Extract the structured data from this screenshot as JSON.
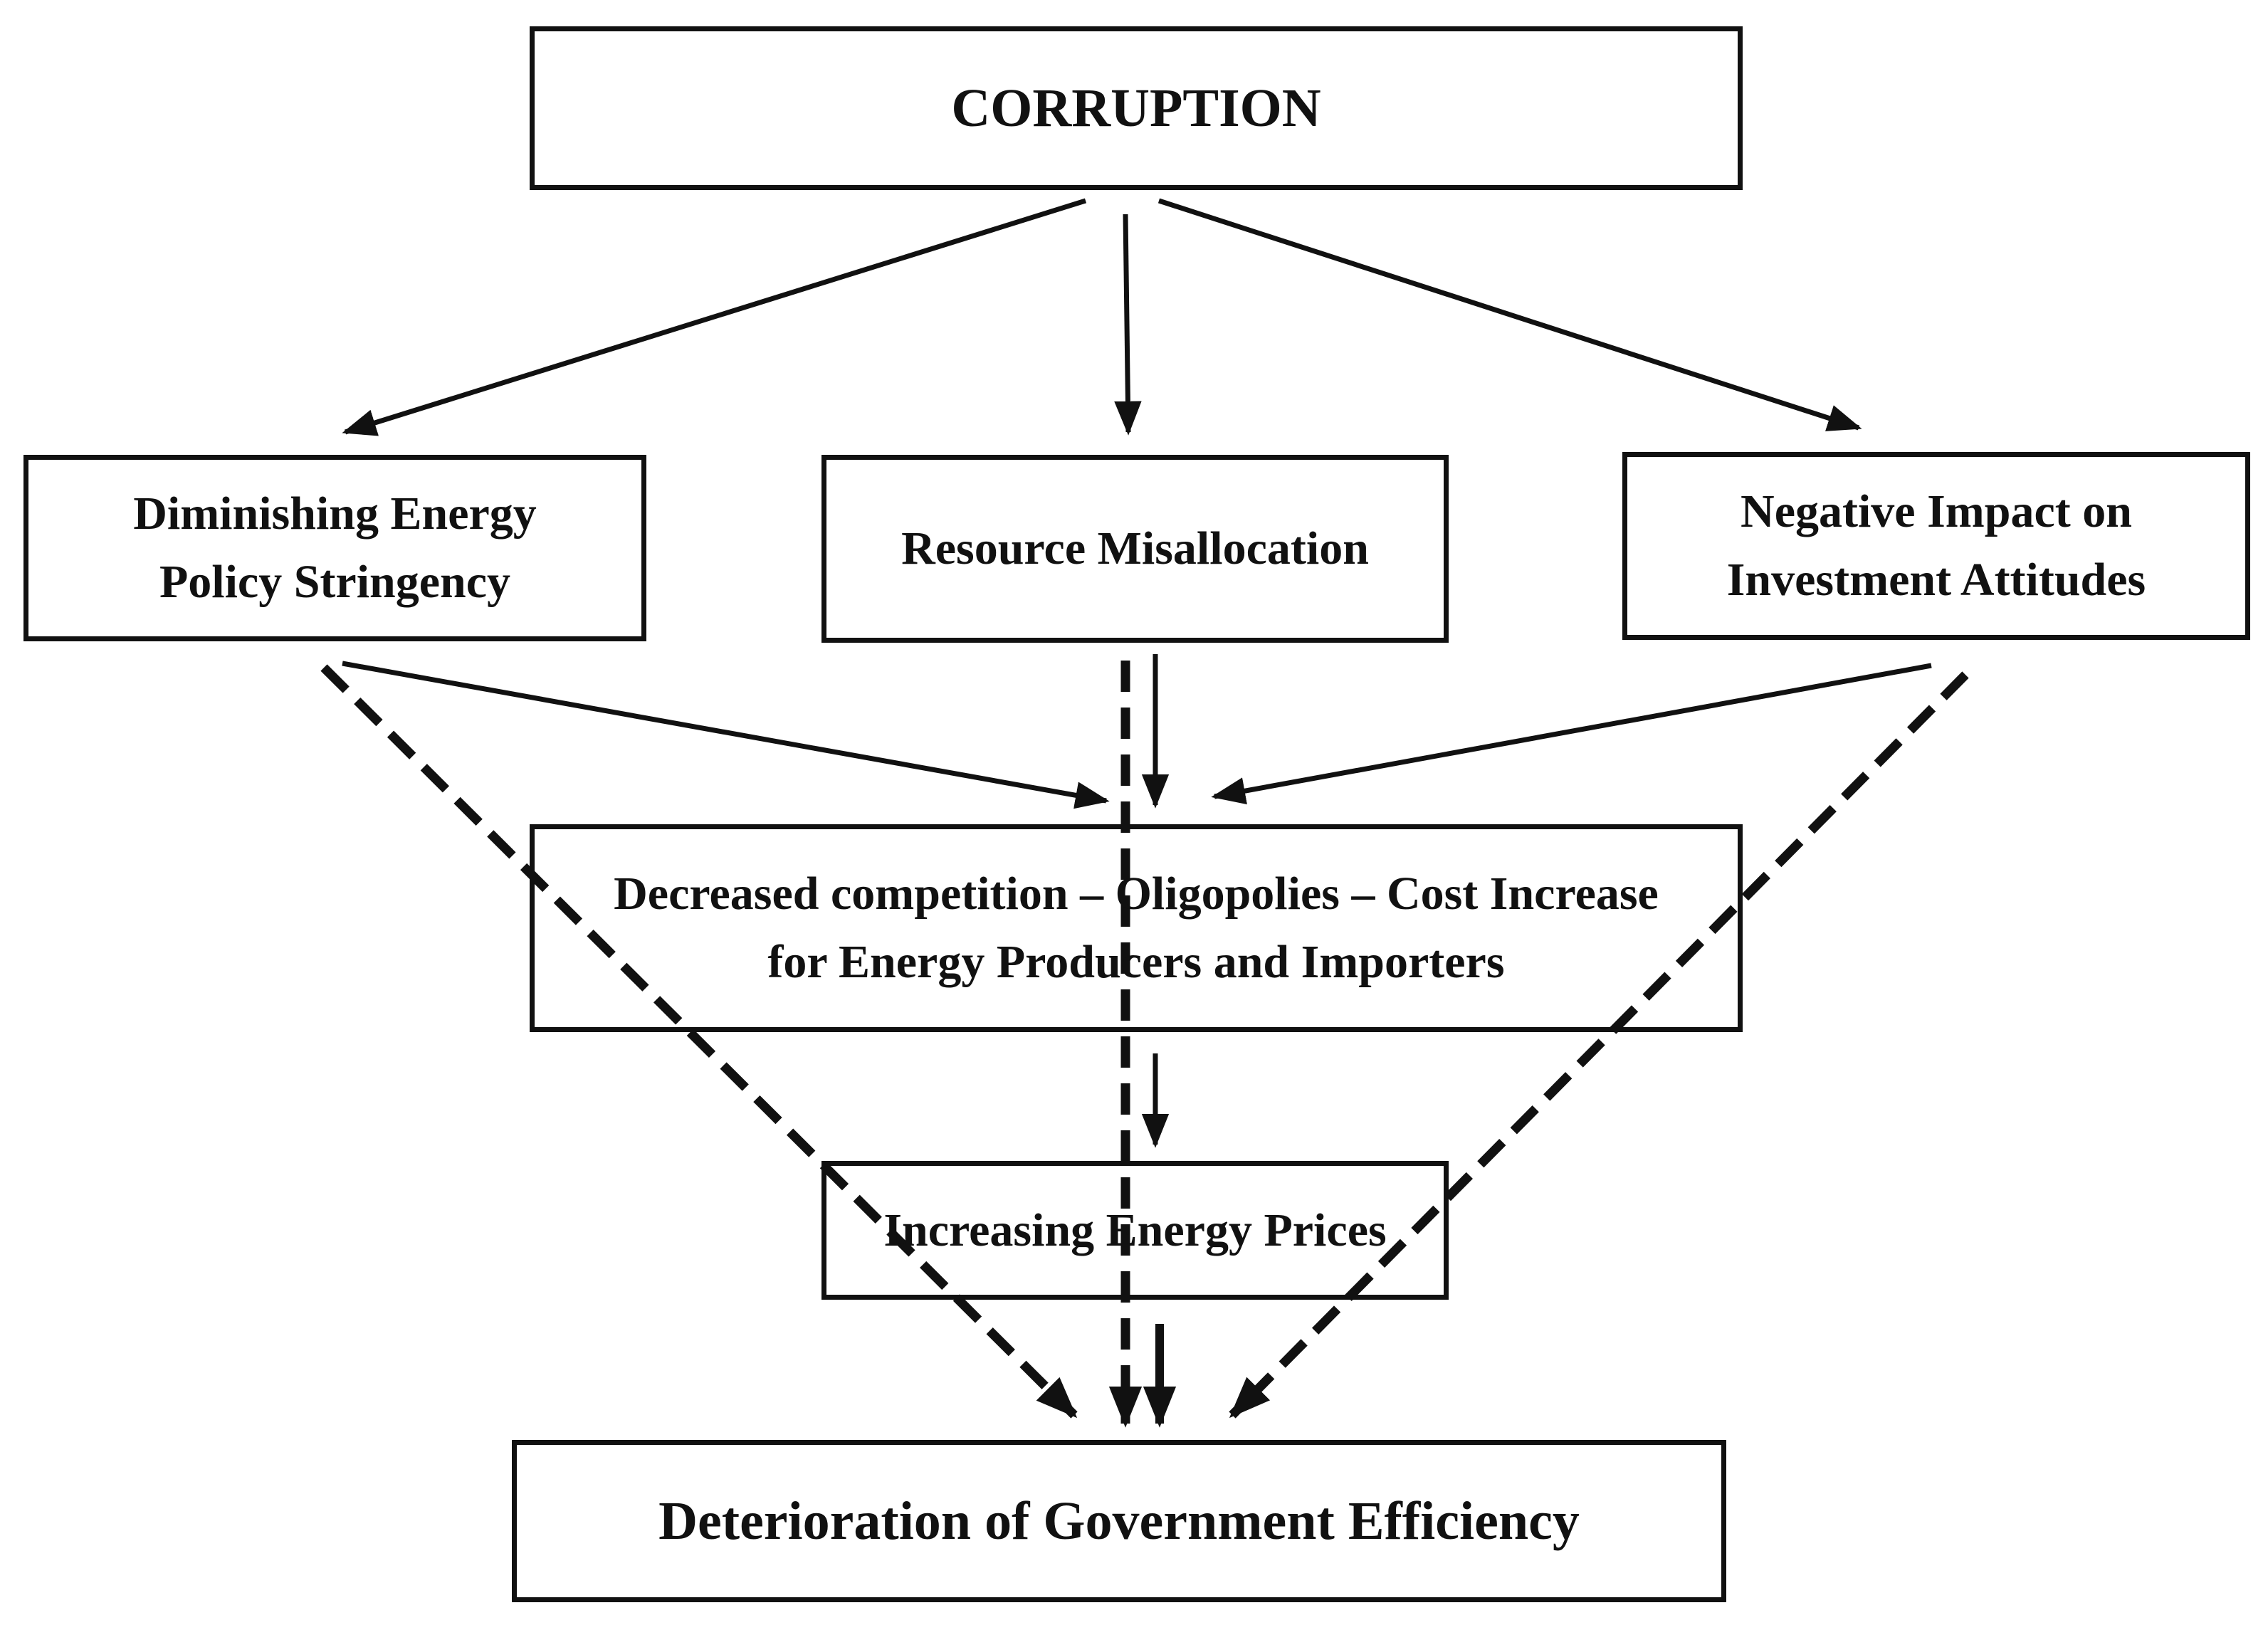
{
  "nodes": {
    "corruption": "CORRUPTION",
    "energy_policy": "Diminishing Energy\nPolicy Stringency",
    "misallocation": "Resource Misallocation",
    "investment": "Negative Impact on\nInvestment Attitudes",
    "competition": "Decreased competition – Oligopolies – Cost Increase\nfor Energy Producers and Importers",
    "prices": "Increasing Energy Prices",
    "efficiency": "Deterioration of Government Efficiency"
  },
  "edges": {
    "solid": [
      [
        "corruption",
        "energy_policy"
      ],
      [
        "corruption",
        "misallocation"
      ],
      [
        "corruption",
        "investment"
      ],
      [
        "energy_policy",
        "competition"
      ],
      [
        "misallocation",
        "competition"
      ],
      [
        "investment",
        "competition"
      ],
      [
        "competition",
        "prices"
      ],
      [
        "prices",
        "efficiency"
      ]
    ],
    "dashed": [
      [
        "energy_policy",
        "efficiency"
      ],
      [
        "misallocation",
        "efficiency"
      ],
      [
        "investment",
        "efficiency"
      ]
    ]
  },
  "colors": {
    "stroke": "#111111",
    "background": "#ffffff"
  }
}
